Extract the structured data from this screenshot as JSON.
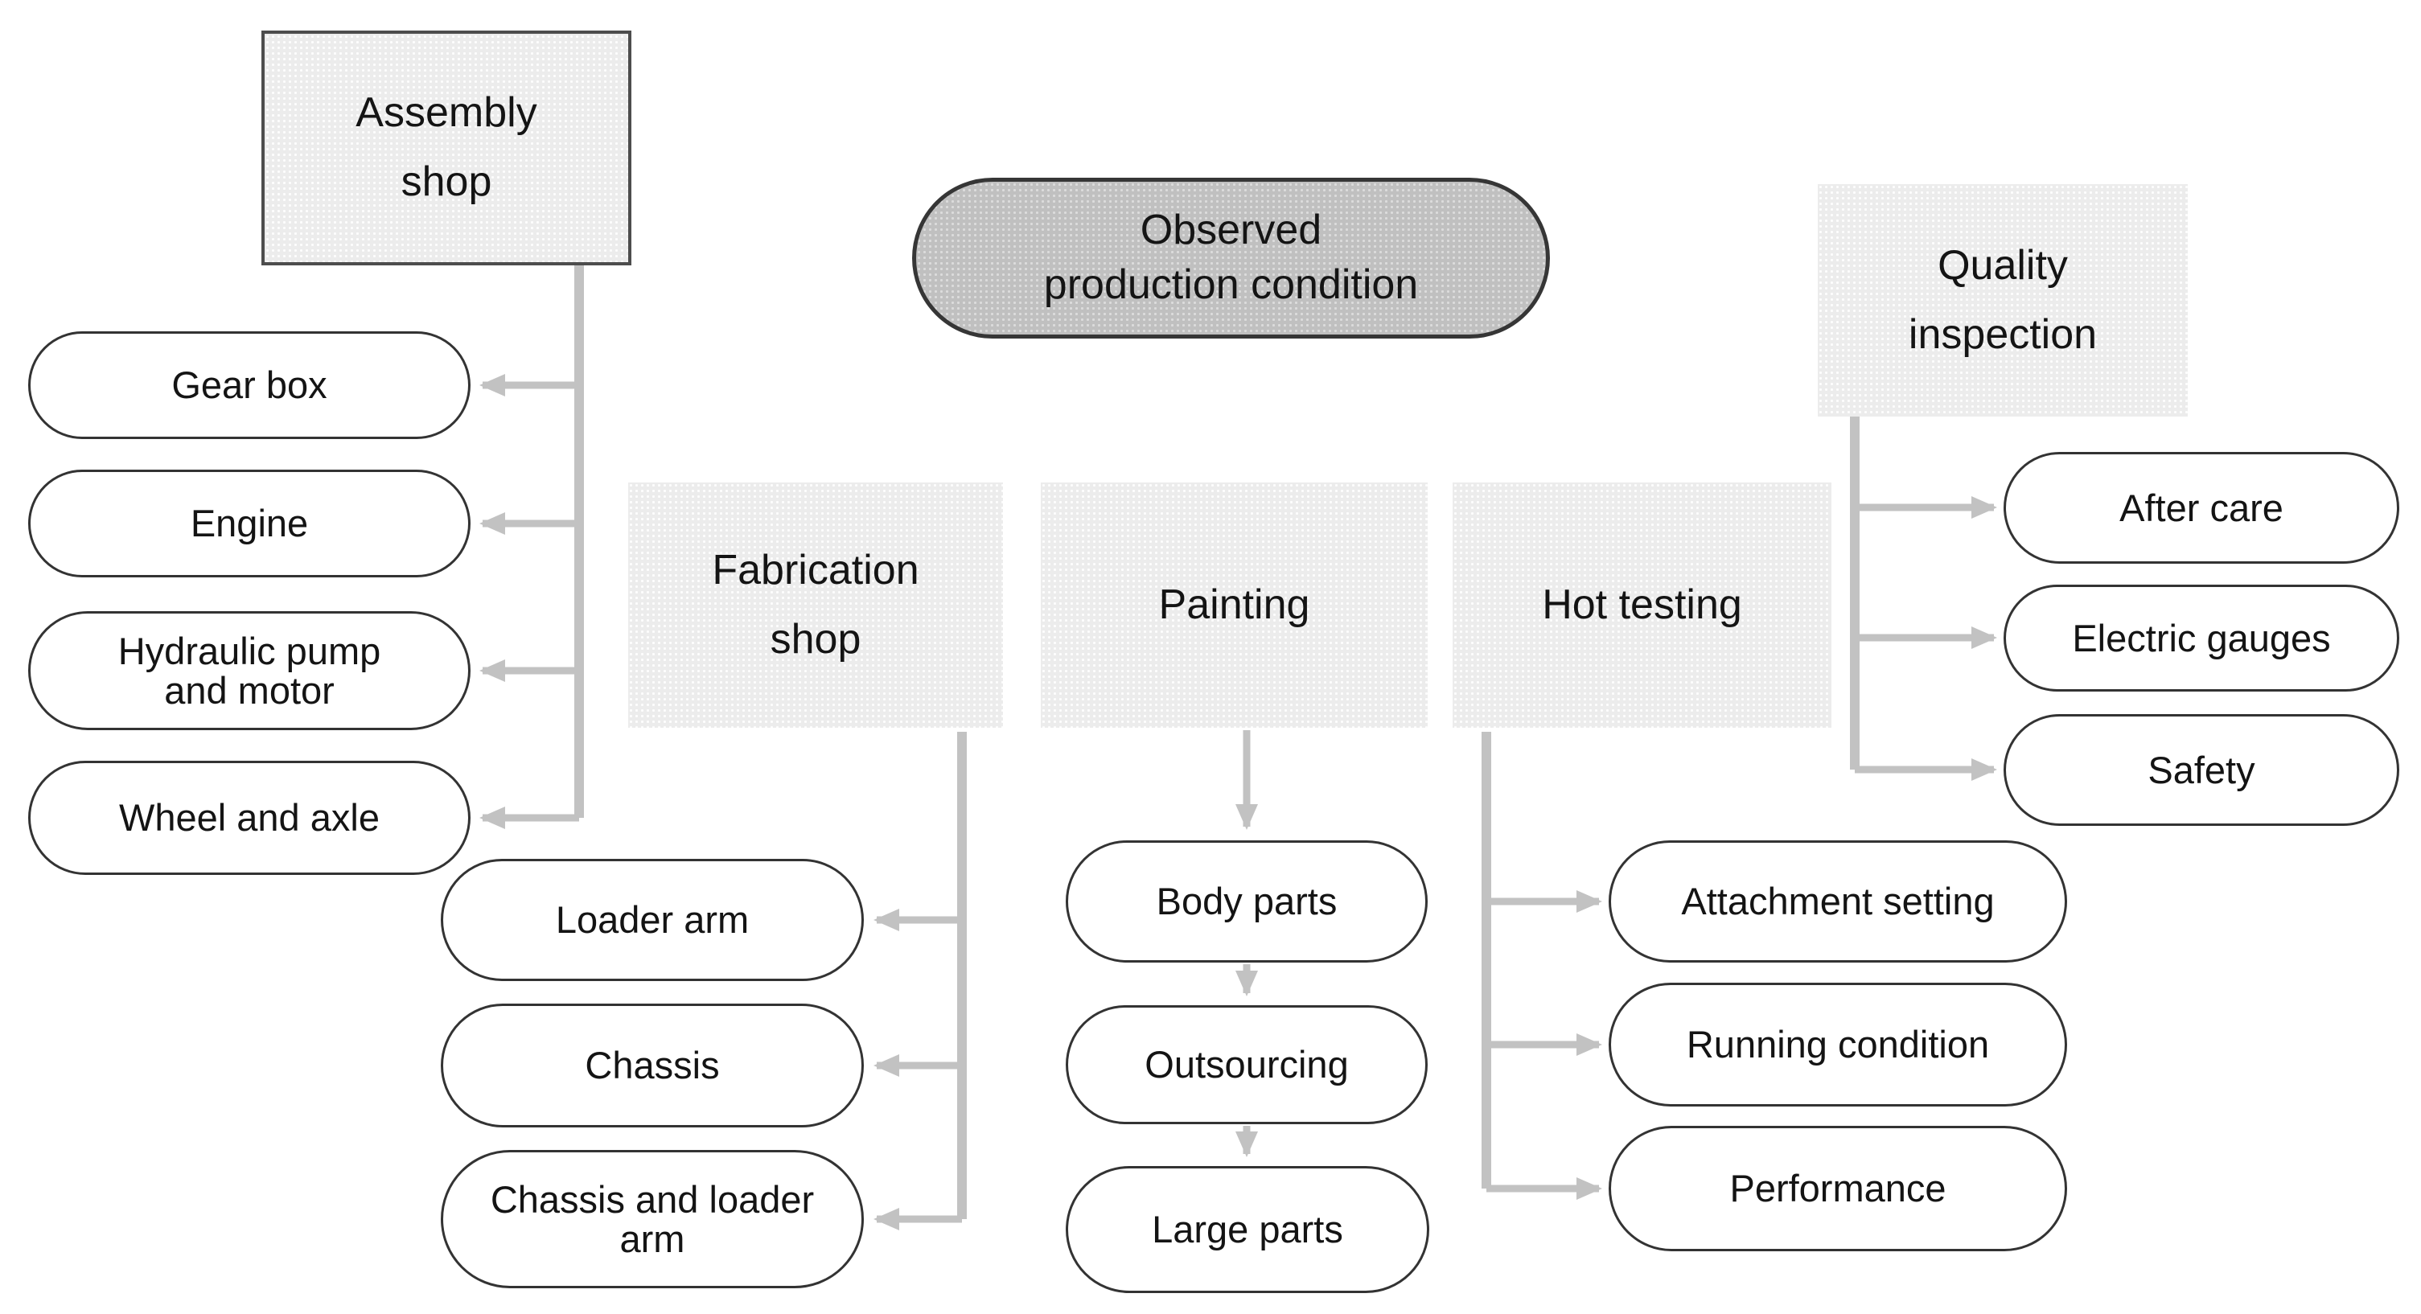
{
  "root": {
    "label": "Observed\nproduction condition"
  },
  "groups": [
    {
      "name": "Assembly shop",
      "label": "Assembly\nshop",
      "items": [
        "Gear box",
        "Engine",
        "Hydraulic pump\nand motor",
        "Wheel and axle"
      ]
    },
    {
      "name": "Fabrication shop",
      "label": "Fabrication\nshop",
      "items": [
        "Loader arm",
        "Chassis",
        "Chassis and loader\narm"
      ]
    },
    {
      "name": "Painting",
      "label": "Painting",
      "items": [
        "Body parts",
        "Outsourcing",
        "Large parts"
      ]
    },
    {
      "name": "Hot testing",
      "label": "Hot testing",
      "items": [
        "Attachment setting",
        "Running condition",
        "Performance"
      ]
    },
    {
      "name": "Quality inspection",
      "label": "Quality\ninspection",
      "items": [
        "After care",
        "Electric gauges",
        "Safety"
      ]
    }
  ],
  "colors": {
    "background": "#ffffff",
    "category_box_fill": "#ececec",
    "assembly_border": "#4d4d4d",
    "root_fill": "#c0c0c0",
    "root_border": "#363636",
    "pill_fill": "#ffffff",
    "pill_border": "#333333",
    "connector": "#c2c2c2",
    "text": "#141414"
  }
}
